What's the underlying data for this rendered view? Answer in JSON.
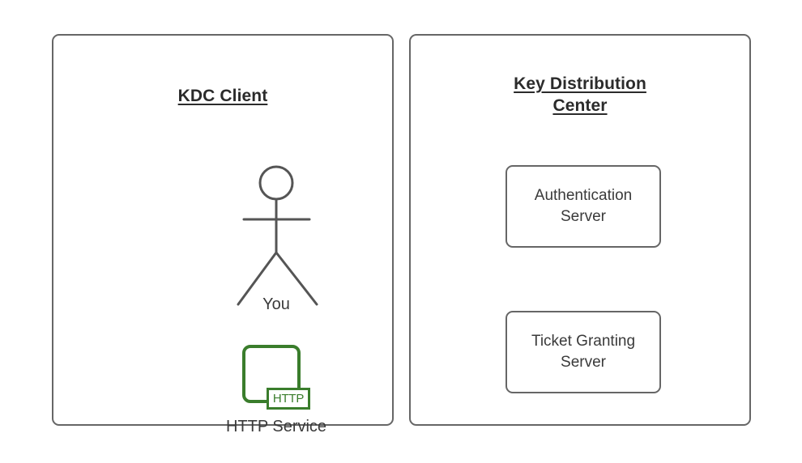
{
  "diagram": {
    "type": "kerberos-overview",
    "background_color": "#ffffff",
    "panels": [
      {
        "id": "kdc-client",
        "title": "KDC Client",
        "title_style": "bold-underline",
        "border_color": "#666666",
        "nodes": [
          {
            "id": "you",
            "kind": "actor",
            "label": "You",
            "icon": "stick-figure-icon",
            "color": "#555555"
          },
          {
            "id": "http-service",
            "kind": "service",
            "label": "HTTP Service",
            "icon": "http-service-icon",
            "badge_text": "HTTP",
            "color": "#3a7d2c"
          }
        ]
      },
      {
        "id": "key-distribution-center",
        "title_line1": "Key Distribution",
        "title_line2": "Center",
        "title_style": "bold-underline",
        "border_color": "#666666",
        "nodes": [
          {
            "id": "authentication-server",
            "kind": "box",
            "label_line1": "Authentication",
            "label_line2": "Server",
            "border_color": "#666666"
          },
          {
            "id": "ticket-granting-server",
            "kind": "box",
            "label_line1": "Ticket Granting",
            "label_line2": "Server",
            "border_color": "#666666"
          }
        ]
      }
    ]
  }
}
